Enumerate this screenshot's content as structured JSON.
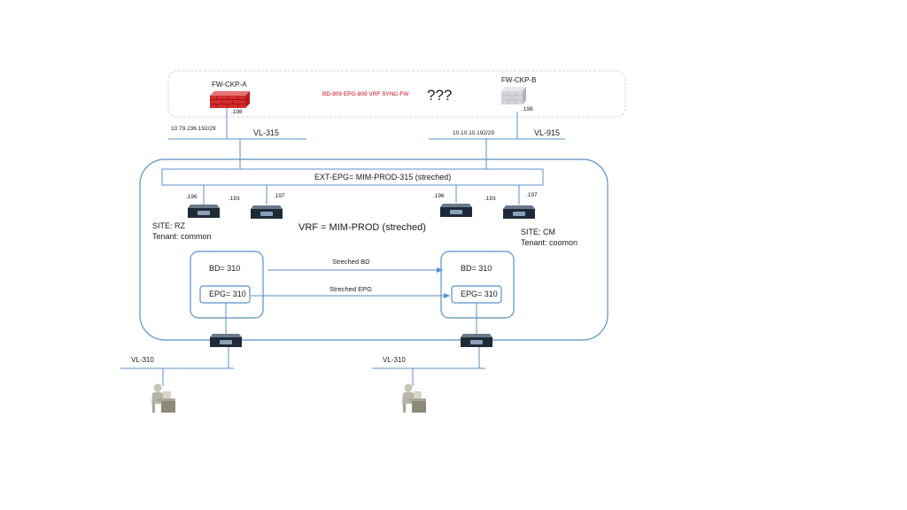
{
  "firewalls": {
    "a": {
      "name": "FW-CKP-A",
      "ip": ".198"
    },
    "b": {
      "name": "FW-CKP-B",
      "ip": ".198"
    }
  },
  "fw_banner": {
    "note": "BD-809 EPG-809 VRF SYNC-FW",
    "question": "???"
  },
  "subnets": {
    "left": "10.79.236.192/29",
    "right": "10.10.10.192/29"
  },
  "vlans": {
    "left_top": "VL-315",
    "right_top": "VL-915",
    "left_bottom": "VL-310",
    "right_bottom": "VL-310"
  },
  "ext_epg": "EXT-EPG= MIM-PROD-315 (streched)",
  "vrf": "VRF = MIM-PROD (streched)",
  "switch_ips": {
    "left": [
      ".196",
      ".193",
      ".197"
    ],
    "right": [
      ".196",
      ".193",
      ".197"
    ]
  },
  "sites": {
    "left": {
      "site": "SITE: RZ",
      "tenant": "Tenant: common"
    },
    "right": {
      "site": "SITE: CM",
      "tenant": "Tenant: coomon"
    }
  },
  "bd": {
    "left": "BD= 310",
    "right": "BD= 310"
  },
  "epg": {
    "left": "EPG= 310",
    "right": "EPG= 310"
  },
  "stretch": {
    "bd": "Streched BD",
    "epg": "Streched EPG"
  },
  "colors": {
    "line": "#5b8fc7",
    "firewall_a": "#d32f2f",
    "firewall_b": "#c9ccd0",
    "accent_text": "#d0021b"
  }
}
